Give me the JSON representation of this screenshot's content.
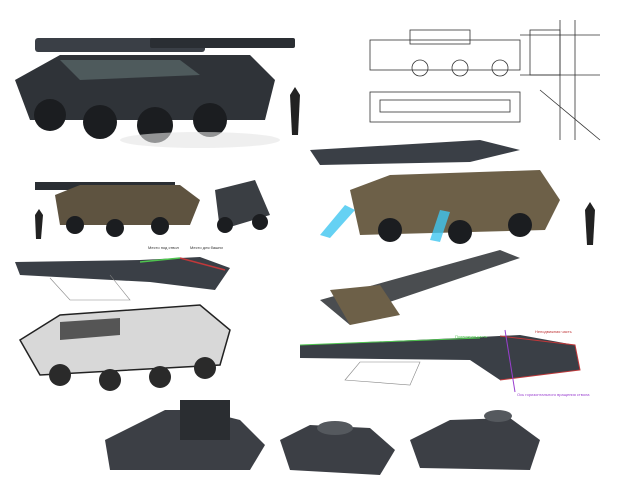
{
  "annotations": {
    "gun_mount_label": "Место под ствол",
    "turret_mount_label": "Место для башни",
    "moving_part": "Подвижная часть",
    "fixed_part": "Неподвижная часть",
    "rotation_axis": "Ось горизонтального вращения ствола"
  },
  "colors": {
    "hull": "#2f3338",
    "camo": "#7a6a4c",
    "thruster": "#3fc6f0",
    "moving": "#4fc44f",
    "fixed": "#c0383a",
    "axis": "#9a3fd0"
  }
}
